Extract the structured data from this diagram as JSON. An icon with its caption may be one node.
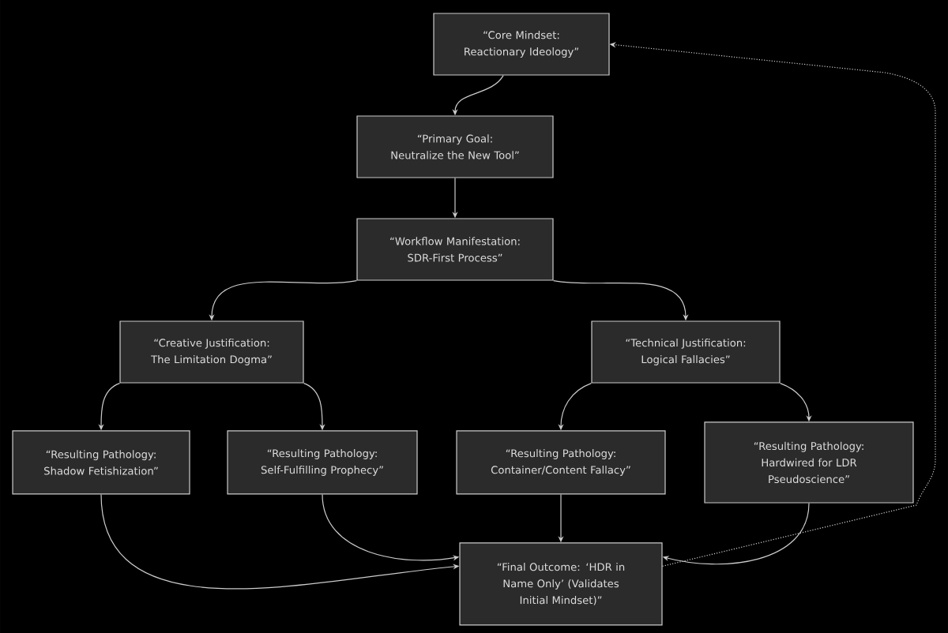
{
  "diagram": {
    "nodes": [
      {
        "text": [
          "“Core Mindset: Reactionary Ideology”"
        ]
      },
      {
        "text": [
          "“Primary Goal: Neutralize the New Tool”"
        ]
      },
      {
        "text": [
          "“Workflow Manifestation: SDR-First Process”"
        ]
      },
      {
        "text": [
          "“Creative Justification: The Limitation Dogma”"
        ]
      },
      {
        "text": [
          "“Technical Justification: Logical Fallacies”"
        ]
      },
      {
        "text": [
          "“Resulting Pathology: Shadow Fetishization”"
        ]
      },
      {
        "text": [
          "“Resulting Pathology: Self-Fulfilling Prophecy”"
        ]
      },
      {
        "text": [
          "“Resulting Pathology: Container/Content Fallacy”"
        ]
      },
      {
        "text": [
          "“Resulting Pathology: Hardwired for LDR Pseudoscience”"
        ]
      },
      {
        "text": [
          "“Final Outcome: ‘HDR in Name Only’ (Validates Initial Mindset)”"
        ]
      }
    ],
    "edges": [
      {
        "from": 0,
        "to": 1,
        "arrow": "to"
      },
      {
        "from": 1,
        "to": 2,
        "arrow": "to"
      },
      {
        "from": 2,
        "to": 3,
        "arrow": "to"
      },
      {
        "from": 2,
        "to": 4,
        "arrow": "to"
      },
      {
        "from": 3,
        "to": 5,
        "arrow": "to"
      },
      {
        "from": 3,
        "to": 6,
        "arrow": "to"
      },
      {
        "from": 4,
        "to": 7,
        "arrow": "to"
      },
      {
        "from": 4,
        "to": 8,
        "arrow": "to"
      },
      {
        "from": 5,
        "to": 9,
        "arrow": "to"
      },
      {
        "from": 6,
        "to": 9,
        "arrow": "to"
      },
      {
        "from": 7,
        "to": 9,
        "arrow": "to"
      },
      {
        "from": 8,
        "to": 9,
        "arrow": "to"
      },
      {
        "from": 9,
        "to": 0,
        "arrow": "to",
        "style": "dashed"
      }
    ]
  }
}
